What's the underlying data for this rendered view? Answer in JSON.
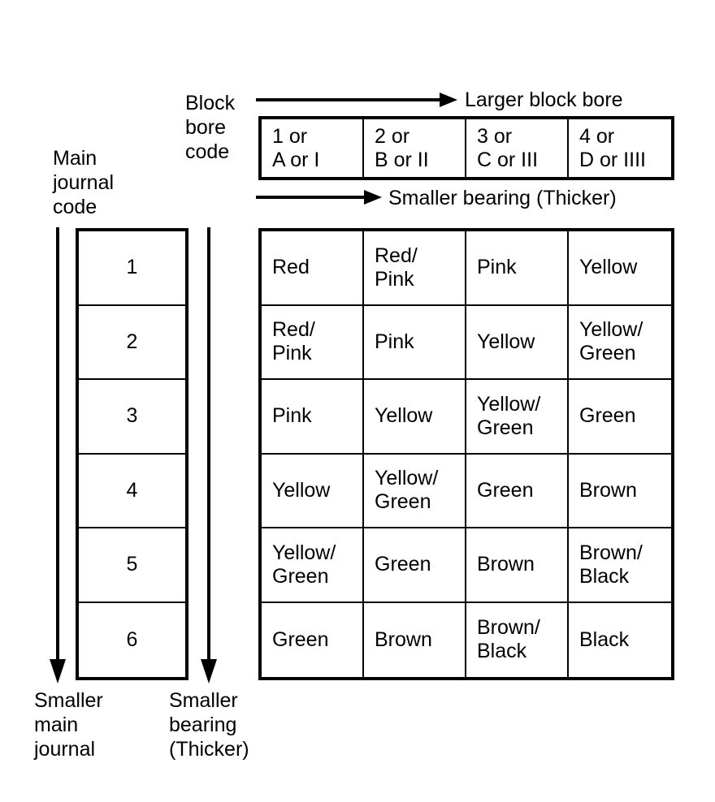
{
  "diagram": {
    "title_labels": {
      "block_bore_code": "Block\nbore\ncode",
      "main_journal_code": "Main\njournal\ncode"
    },
    "axis_annotations": {
      "top_right": "Larger block bore",
      "second_right": "Smaller bearing (Thicker)",
      "bottom_left": "Smaller\nmain\njournal",
      "bottom_right": "Smaller\nbearing\n(Thicker)"
    },
    "block_bore_codes": [
      "1 or\nA or I",
      "2 or\nB or II",
      "3 or\nC or III",
      "4 or\nD or IIII"
    ],
    "main_journal_codes": [
      "1",
      "2",
      "3",
      "4",
      "5",
      "6"
    ],
    "bearing_color_matrix": [
      [
        "Red",
        "Red/\nPink",
        "Pink",
        "Yellow"
      ],
      [
        "Red/\nPink",
        "Pink",
        "Yellow",
        "Yellow/\nGreen"
      ],
      [
        "Pink",
        "Yellow",
        "Yellow/\nGreen",
        "Green"
      ],
      [
        "Yellow",
        "Yellow/\nGreen",
        "Green",
        "Brown"
      ],
      [
        "Yellow/\nGreen",
        "Green",
        "Brown",
        "Brown/\nBlack"
      ],
      [
        "Green",
        "Brown",
        "Brown/\nBlack",
        "Black"
      ]
    ],
    "colors": {
      "ink": "#000000",
      "background": "#ffffff"
    }
  }
}
